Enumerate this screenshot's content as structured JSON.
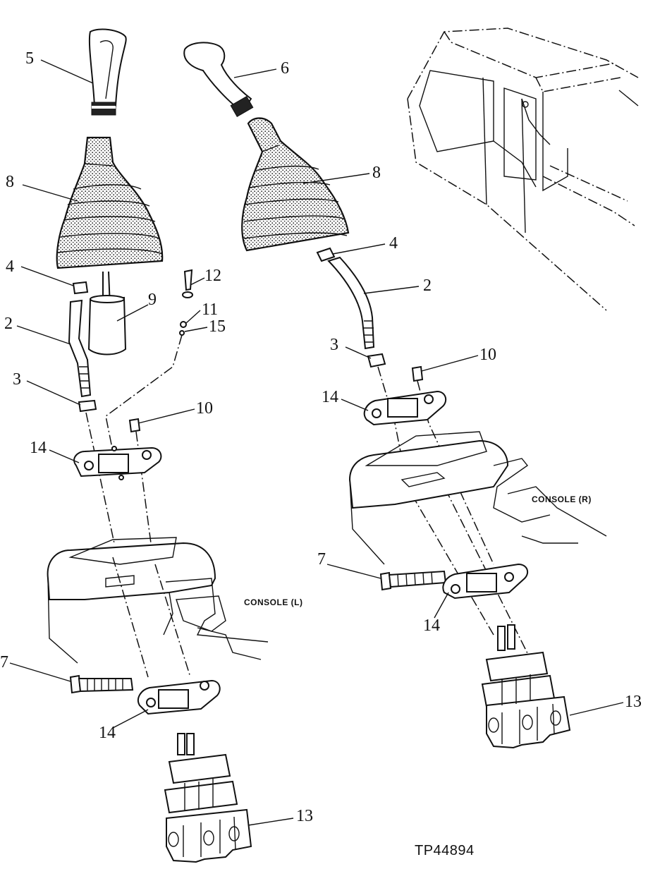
{
  "figure_id": "TP44894",
  "labels": {
    "console_l": "CONSOLE (L)",
    "console_r": "CONSOLE (R)"
  },
  "callouts": {
    "l_5": "5",
    "l_8": "8",
    "l_4": "4",
    "l_2": "2",
    "l_3": "3",
    "l_14a": "14",
    "l_9": "9",
    "l_12": "12",
    "l_11": "11",
    "l_15": "15",
    "l_10": "10",
    "l_7": "7",
    "l_14b": "14",
    "l_13": "13",
    "r_6": "6",
    "r_8": "8",
    "r_4": "4",
    "r_2": "2",
    "r_3": "3",
    "r_10": "10",
    "r_14a": "14",
    "r_7": "7",
    "r_14b": "14",
    "r_13": "13"
  }
}
